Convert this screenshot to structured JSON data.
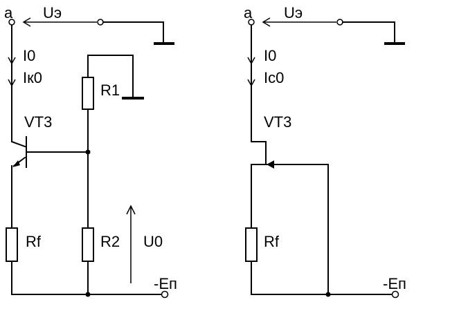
{
  "left": {
    "node_a": "a",
    "voltage": "Uэ",
    "current_1": "I0",
    "current_2": "Iк0",
    "r1": "R1",
    "transistor": "VT3",
    "r2": "R2",
    "u0": "U0",
    "rf": "Rf",
    "supply": "-Eп"
  },
  "right": {
    "node_a": "a",
    "voltage": "Uэ",
    "current_1": "I0",
    "current_2": "Ic0",
    "transistor": "VT3",
    "rf": "Rf",
    "supply": "-Eп"
  }
}
